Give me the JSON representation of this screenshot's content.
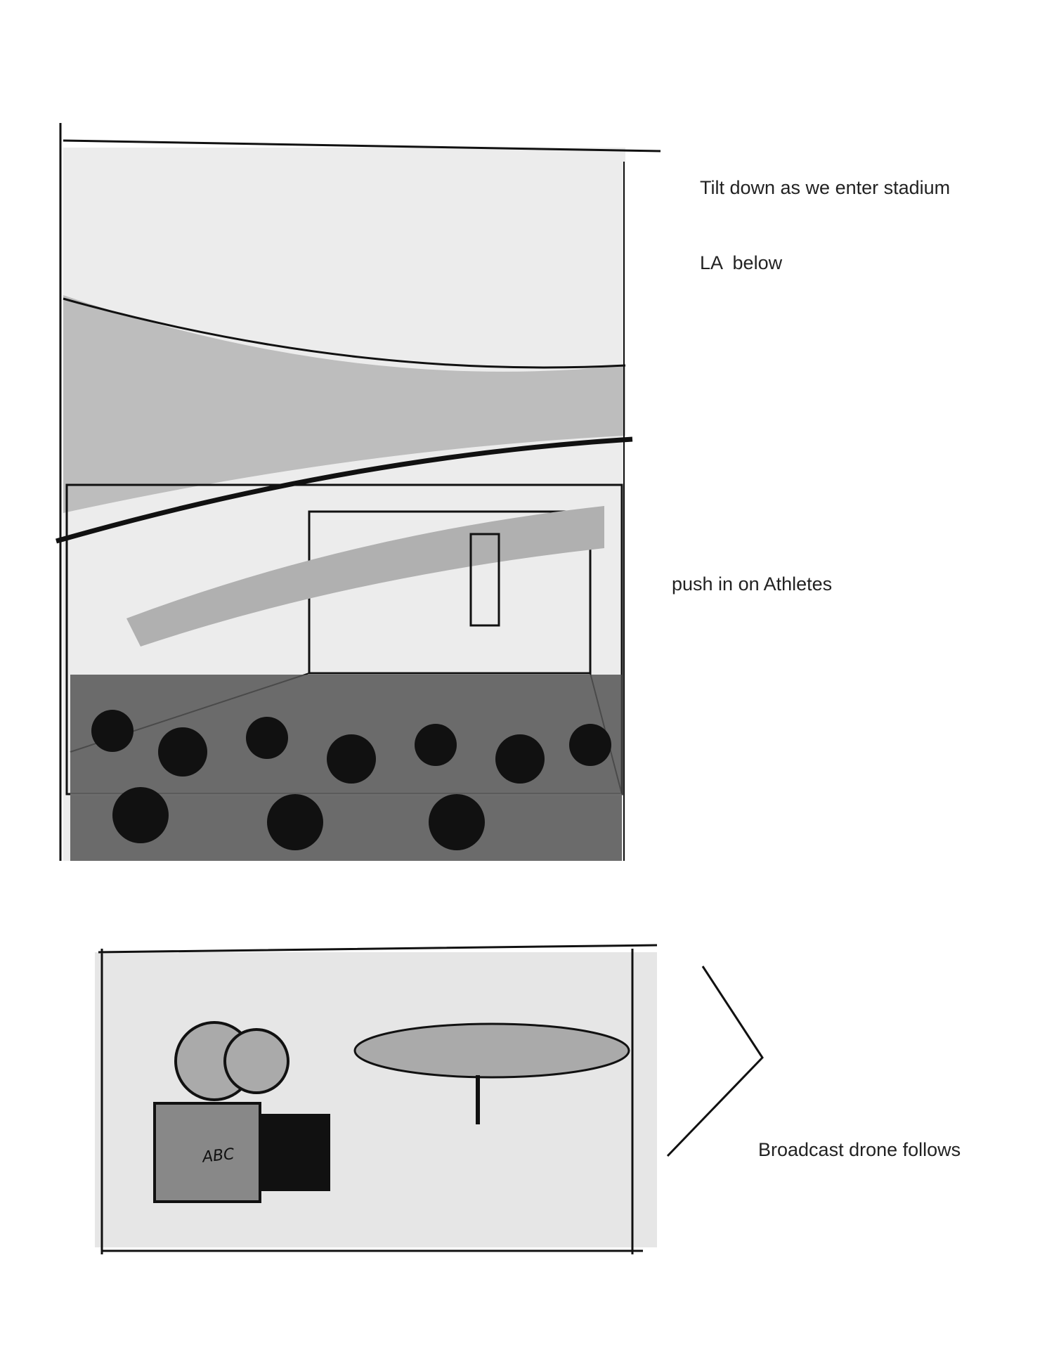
{
  "panels": [
    {
      "notes": [
        "Tilt down as we enter stadium",
        "LA  below",
        "push in on Athletes"
      ]
    },
    {
      "notes": [
        "Broadcast drone follows"
      ],
      "camera_lettering": "ABC"
    }
  ],
  "colors": {
    "ink": "#111111",
    "tone": "#bdbdbd",
    "light_tone": "#e6e6e6"
  }
}
